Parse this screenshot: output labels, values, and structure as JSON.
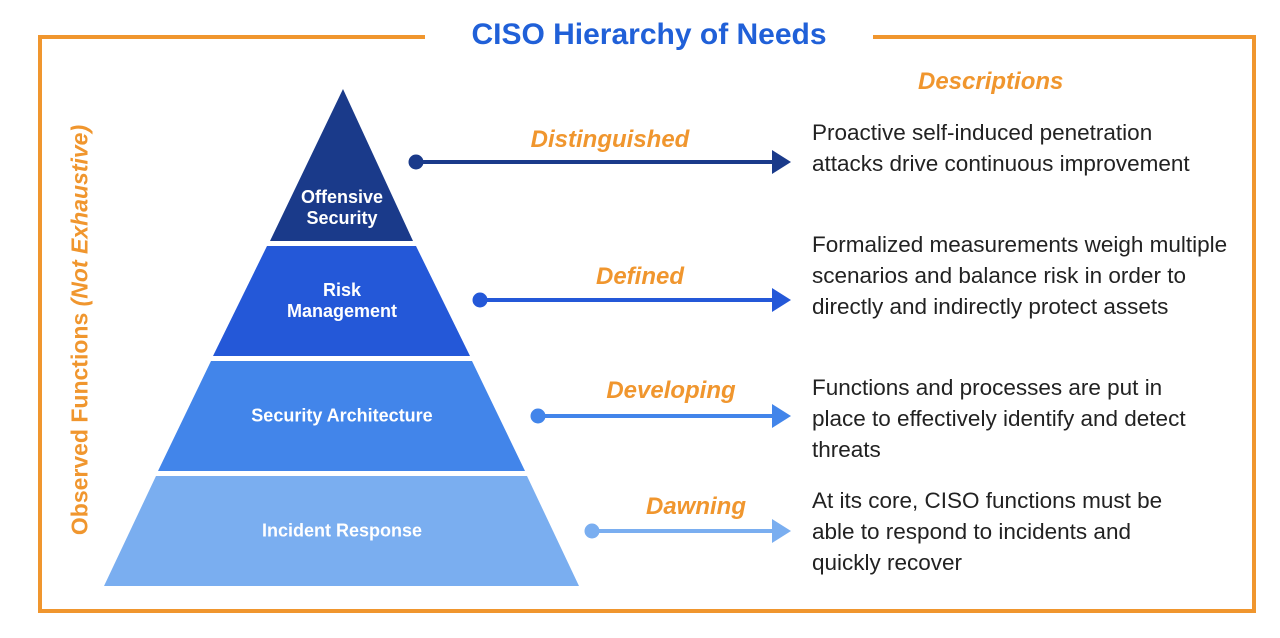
{
  "title": "CISO Hierarchy of Needs",
  "side_label": {
    "main": "Observed Functions ",
    "italic": "(Not Exhaustive)"
  },
  "descriptions_heading": "Descriptions",
  "colors": {
    "accent": "#f0962e",
    "title": "#2060d8",
    "tiers": [
      "#1a3a8a",
      "#2458d8",
      "#4285ea",
      "#7aaef0"
    ]
  },
  "tiers": [
    {
      "function": "Offensive\nSecurity",
      "level": "Distinguished",
      "description": "Proactive self-induced penetration attacks drive continuous improvement"
    },
    {
      "function": "Risk\nManagement",
      "level": "Defined",
      "description": "Formalized measurements weigh multiple scenarios and balance risk in order to directly and indirectly protect assets"
    },
    {
      "function": "Security Architecture",
      "level": "Developing",
      "description": "Functions and processes are put in place to effectively identify and detect threats"
    },
    {
      "function": "Incident Response",
      "level": "Dawning",
      "description": "At its core, CISO functions must be able to respond to incidents and quickly recover"
    }
  ]
}
